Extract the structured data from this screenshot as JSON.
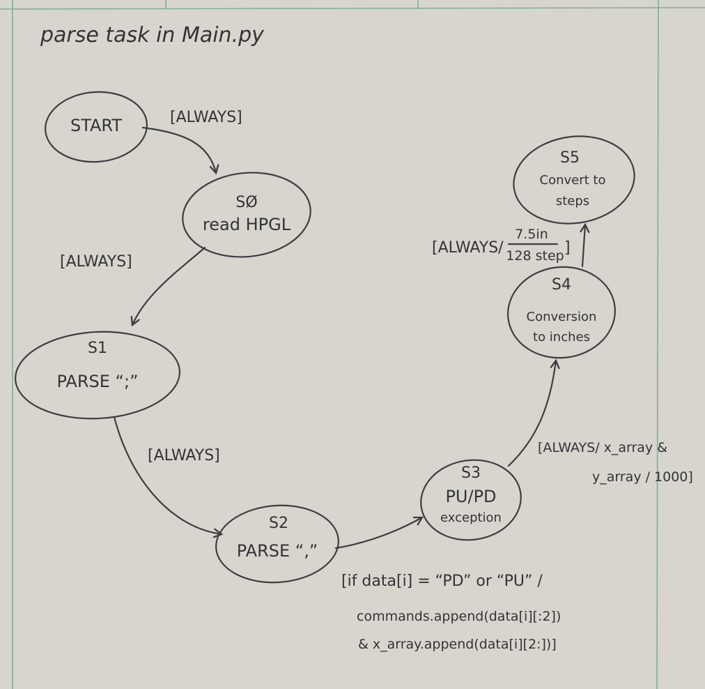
{
  "title": "parse task in Main.py",
  "states": {
    "start": {
      "label": "START"
    },
    "s0": {
      "id": "SØ",
      "name": "read HPGL"
    },
    "s1": {
      "id": "S1",
      "name": "PARSE “;”"
    },
    "s2": {
      "id": "S2",
      "name": "PARSE “,”"
    },
    "s3": {
      "id": "S3",
      "line1": "PU/PD",
      "line2": "exception"
    },
    "s4": {
      "id": "S4",
      "line1": "Conversion",
      "line2": "to inches"
    },
    "s5": {
      "id": "S5",
      "line1": "Convert to",
      "line2": "steps"
    }
  },
  "transitions": {
    "start_s0": "[ALWAYS]",
    "s0_s1": "[ALWAYS]",
    "s1_s2": "[ALWAYS]",
    "s2_s3": {
      "line1": "[if data[i] = “PD” or “PU” /",
      "line2": "commands.append(data[i][:2])",
      "line3": "& x_array.append(data[i][2:])]"
    },
    "s3_s4": {
      "line1": "[ALWAYS/ x_array &",
      "line2": "y_array / 1000]"
    },
    "s4_s5": {
      "prefix": "[ALWAYS/",
      "numerator": "7.5in",
      "denominator": "128 step",
      "suffix": "]"
    }
  },
  "colors": {
    "paper": "#d8d5cf",
    "ink": "#3d3d3f",
    "grid_lines": "#7fb08c"
  }
}
